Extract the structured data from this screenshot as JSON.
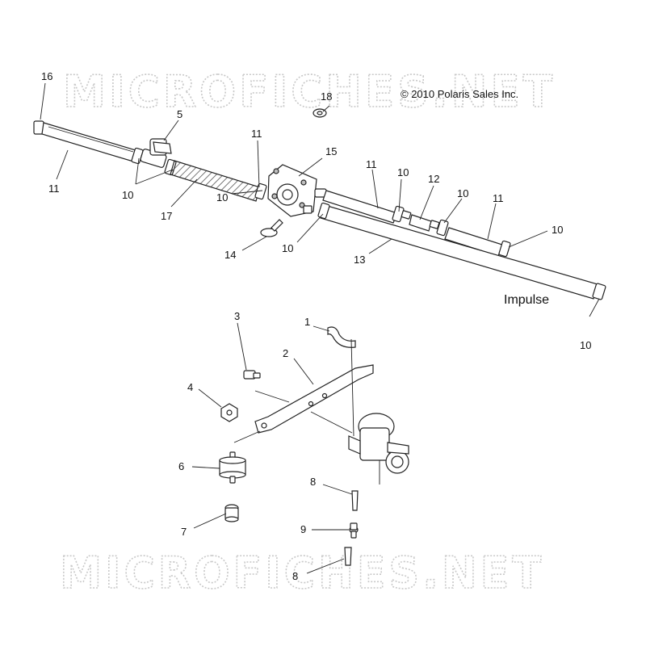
{
  "watermark": {
    "text": "MICROFICHES.NET"
  },
  "copyright": {
    "text": "© 2010 Polaris Sales Inc."
  },
  "labels": {
    "impulse": "Impulse"
  },
  "callouts": [
    {
      "id": "c16",
      "text": "16"
    },
    {
      "id": "c5",
      "text": "5"
    },
    {
      "id": "c11a",
      "text": "11"
    },
    {
      "id": "c10a",
      "text": "10"
    },
    {
      "id": "c17",
      "text": "17"
    },
    {
      "id": "c11b",
      "text": "11"
    },
    {
      "id": "c10b",
      "text": "10"
    },
    {
      "id": "c15",
      "text": "15"
    },
    {
      "id": "c18",
      "text": "18"
    },
    {
      "id": "c14",
      "text": "14"
    },
    {
      "id": "c10c",
      "text": "10"
    },
    {
      "id": "c11c",
      "text": "11"
    },
    {
      "id": "c10d",
      "text": "10"
    },
    {
      "id": "c12",
      "text": "12"
    },
    {
      "id": "c10e",
      "text": "10"
    },
    {
      "id": "c11d",
      "text": "11"
    },
    {
      "id": "c10f",
      "text": "10"
    },
    {
      "id": "c13",
      "text": "13"
    },
    {
      "id": "c10g",
      "text": "10"
    },
    {
      "id": "c3",
      "text": "3"
    },
    {
      "id": "c1",
      "text": "1"
    },
    {
      "id": "c2",
      "text": "2"
    },
    {
      "id": "c4",
      "text": "4"
    },
    {
      "id": "c6",
      "text": "6"
    },
    {
      "id": "c8a",
      "text": "8"
    },
    {
      "id": "c7",
      "text": "7"
    },
    {
      "id": "c9",
      "text": "9"
    },
    {
      "id": "c8b",
      "text": "8"
    }
  ]
}
